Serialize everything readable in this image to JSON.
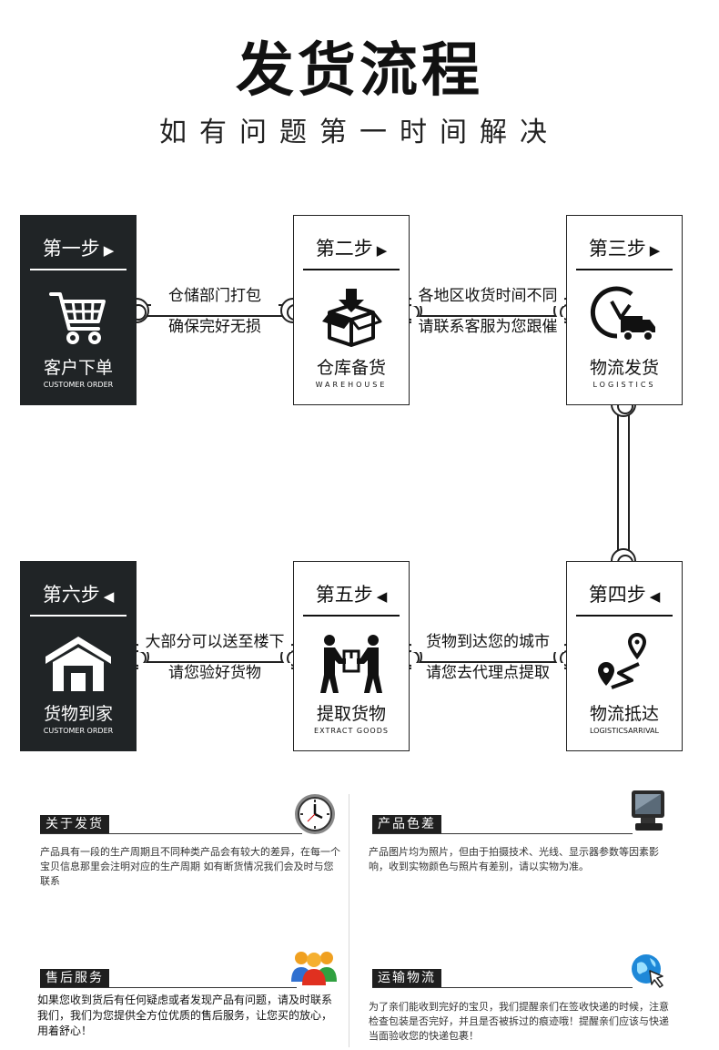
{
  "header": {
    "title": "发货流程",
    "subtitle": "如有问题第一时间解决"
  },
  "steps": [
    {
      "label": "第一步",
      "name": "客户下单",
      "en": "CUSTOMER ORDER",
      "icon": "shopping-cart-icon"
    },
    {
      "label": "第二步",
      "name": "仓库备货",
      "en": "WAREHOUSE",
      "icon": "package-box-icon"
    },
    {
      "label": "第三步",
      "name": "物流发货",
      "en": "LOGISTICS",
      "icon": "delivery-truck-icon"
    },
    {
      "label": "第四步",
      "name": "物流抵达",
      "en": "LOGISTICSARRIVAL",
      "icon": "route-pin-icon"
    },
    {
      "label": "第五步",
      "name": "提取货物",
      "en": "EXTRACT GOODS",
      "icon": "carrying-people-icon"
    },
    {
      "label": "第六步",
      "name": "货物到家",
      "en": "CUSTOMER ORDER",
      "icon": "home-garage-icon"
    }
  ],
  "step_arrows": {
    "right": "▶",
    "left": "◀"
  },
  "connectors": [
    {
      "line1": "仓储部门打包",
      "line2": "确保完好无损"
    },
    {
      "line1": "各地区收货时间不同",
      "line2": "请联系客服为您跟催"
    },
    {
      "line1": "货物到达您的城市",
      "line2": "请您去代理点提取"
    },
    {
      "line1": "大部分可以送至楼下",
      "line2": "请您验好货物"
    }
  ],
  "info": [
    {
      "title": "关于发货",
      "icon": "clock-icon",
      "text": "产品具有一段的生产周期且不同种类产品会有较大的差异，在每一个宝贝信息那里会注明对应的生产周期 如有断货情况我们会及时与您联系"
    },
    {
      "title": "产品色差",
      "icon": "monitor-icon",
      "text": "产品图片均为照片，但由于拍摄技术、光线、显示器参数等因素影响，收到实物颜色与照片有差别，请以实物为准。"
    },
    {
      "title": "售后服务",
      "icon": "people-group-icon",
      "text": "如果您收到货后有任何疑虑或者发现产品有问题，请及时联系我们，我们为您提供全方位优质的售后服务，让您买的放心，用着舒心！"
    },
    {
      "title": "运输物流",
      "icon": "globe-cursor-icon",
      "text": "为了亲们能收到完好的宝贝，我们提醒亲们在签收快递的时候，注意检查包装是否完好，并且是否被拆过的痕迹哦！提醒亲们应该与快递当面验收您的快递包裹！"
    }
  ],
  "colors": {
    "dark_box": "#202426",
    "line": "#222222",
    "text": "#111111"
  }
}
